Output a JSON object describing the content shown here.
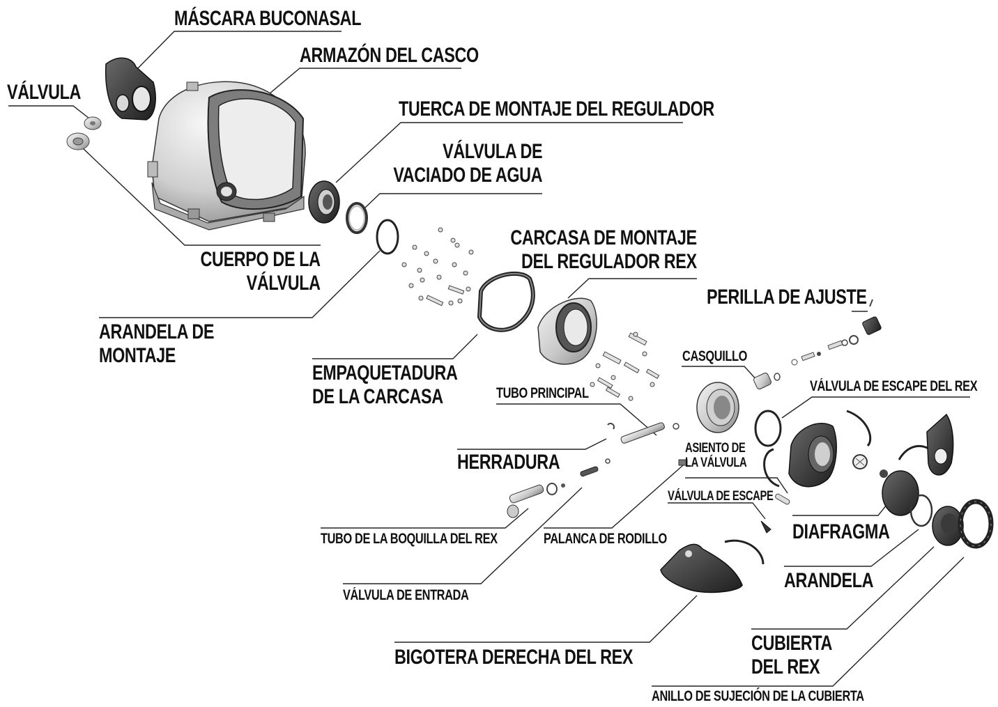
{
  "diagram": {
    "labels": {
      "mascara_buconasal": "MÁSCARA BUCONASAL",
      "armazon_casco": "ARMAZÓN DEL CASCO",
      "valvula": "VÁLVULA",
      "tuerca_montaje": "TUERCA DE MONTAJE DEL REGULADOR",
      "valvula_vaciado_1": "VÁLVULA DE",
      "valvula_vaciado_2": "VACIADO DE AGUA",
      "cuerpo_valvula_1": "CUERPO DE LA",
      "cuerpo_valvula_2": "VÁLVULA",
      "carcasa_montaje_1": "CARCASA DE MONTAJE",
      "carcasa_montaje_2": "DEL REGULADOR REX",
      "perilla_ajuste": "PERILLA DE AJUSTE",
      "arandela_montaje_1": "ARANDELA DE",
      "arandela_montaje_2": "MONTAJE",
      "casquillo": "CASQUILLO",
      "empaquetadura_1": "EMPAQUETADURA",
      "empaquetadura_2": "DE LA CARCASA",
      "valvula_escape_rex": "VÁLVULA DE ESCAPE DEL REX",
      "tubo_principal": "TUBO PRINCIPAL",
      "asiento_1": "ASIENTO DE",
      "asiento_2": "LA VÁLVULA",
      "herradura": "HERRADURA",
      "valvula_escape": "VÁLVULA DE ESCAPE",
      "diafragma": "DIAFRAGMA",
      "tubo_boquilla": "TUBO DE LA BOQUILLA DEL REX",
      "palanca_rodillo": "PALANCA DE RODILLO",
      "arandela": "ARANDELA",
      "valvula_entrada": "VÁLVULA DE ENTRADA",
      "cubierta_1": "CUBIERTA",
      "cubierta_2": "DEL REX",
      "bigotera": "BIGOTERA DERECHA DEL REX",
      "anillo_sujecion": "ANILLO DE SUJECIÓN DE LA CUBIERTA"
    }
  }
}
